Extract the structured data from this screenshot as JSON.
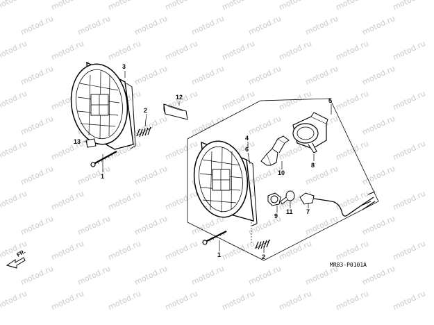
{
  "watermark": {
    "text": "motod.ru"
  },
  "callouts": {
    "c1a": "1",
    "c1b": "1",
    "c2a": "2",
    "c2b": "2",
    "c3": "3",
    "c4": "4",
    "c5": "5",
    "c6": "6",
    "c7": "7",
    "c8": "8",
    "c9": "9",
    "c10": "10",
    "c11": "11",
    "c12": "12",
    "c13": "13"
  },
  "direction_label": "FR.",
  "diagram_code": "MR83-P0101A",
  "colors": {
    "line": "#000000",
    "background": "#ffffff",
    "watermark": "#c9c9c9"
  }
}
